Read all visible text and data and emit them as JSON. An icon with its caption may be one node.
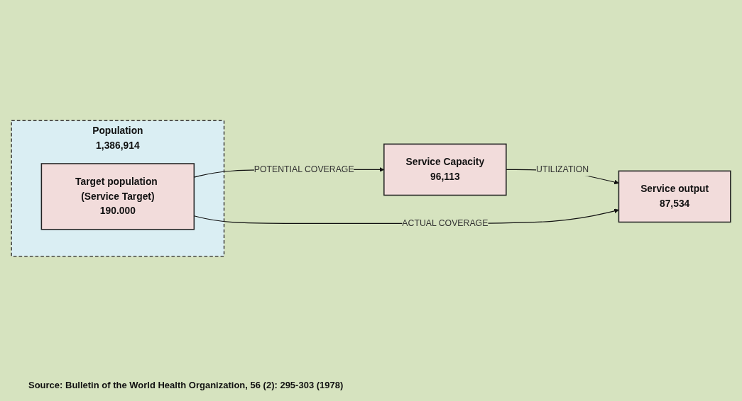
{
  "diagram": {
    "caption": "Source: Bulletin of the World Health Organization, 56 (2): 295-303 (1978)",
    "nodes": [
      {
        "text": [
          "Service Capacity",
          "96,113"
        ]
      },
      {
        "text": [
          "Service output",
          "87,534"
        ]
      },
      {
        "text": [
          "Population",
          "1,386,914"
        ]
      },
      {
        "text": [
          "Target population (Service Target)",
          "190.000"
        ],
        "in": 2
      }
    ],
    "edges": [
      {
        "from": 0,
        "to": 1,
        "arrow": "to",
        "label": "UTILIZATION"
      },
      {
        "from": 3,
        "to": 0,
        "arrow": "to",
        "label": "POTENTIAL COVERAGE"
      },
      {
        "from": 3,
        "to": 1,
        "arrow": "to",
        "label": "ACTUAL COVERAGE"
      }
    ]
  }
}
